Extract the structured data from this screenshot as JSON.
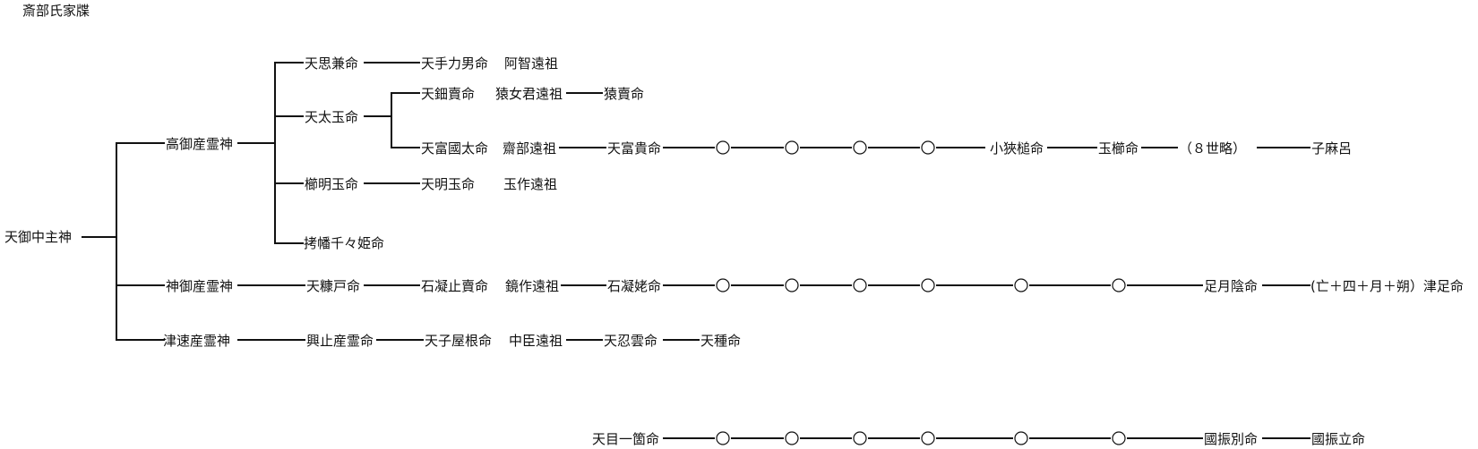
{
  "title": "斎部氏家牒",
  "nodes": {
    "n0": "天御中主神",
    "n1": "高御産霊神",
    "n2": "神御産霊神",
    "n3": "津速産霊神",
    "n4": "天思兼命",
    "n5": "天太玉命",
    "n6": "櫛明玉命",
    "n7": "拷幡千々姫命",
    "n8": "天手力男命",
    "n9": "阿智遠祖",
    "n10": "天鈿賣命",
    "n11": "猿女君遠祖",
    "n12": "猿賣命",
    "n13": "天富國太命",
    "n14": "齋部遠祖",
    "n15": "天富貴命",
    "n16": "小狹槌命",
    "n17": "玉櫛命",
    "n18": "（８世略）",
    "n19": "子麻呂",
    "n20": "天明玉命",
    "n21": "玉作遠祖",
    "n22": "天糠戸命",
    "n23": "石凝止賣命",
    "n24": "鏡作遠祖",
    "n25": "石凝姥命",
    "n26": "足月陰命",
    "n27": "(亡＋四＋月＋朔）津足命",
    "n28": "興止産霊命",
    "n29": "天子屋根命",
    "n30": "中臣遠祖",
    "n31": "天忍雲命",
    "n32": "天種命",
    "n33": "天目一箇命",
    "n34": "國振別命",
    "n35": "國振立命"
  }
}
